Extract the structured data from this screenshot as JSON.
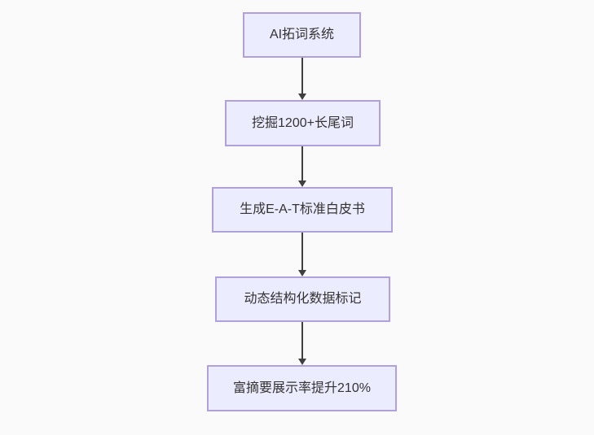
{
  "diagram": {
    "type": "flowchart",
    "direction": "top-down",
    "colors": {
      "bg": "#fafafa",
      "node_fill": "#ECECFF",
      "node_border": "#b0a0dc",
      "arrow_color": "#3f3f3f",
      "text_color": "#333333"
    },
    "nodes": [
      {
        "label": "AI拓词系统"
      },
      {
        "label": "挖掘1200+长尾词"
      },
      {
        "label": "生成E-A-T标准白皮书"
      },
      {
        "label": "动态结构化数据标记"
      },
      {
        "label": "富摘要展示率提升210%"
      }
    ],
    "edges": [
      {
        "from": 0,
        "to": 1
      },
      {
        "from": 1,
        "to": 2
      },
      {
        "from": 2,
        "to": 3
      },
      {
        "from": 3,
        "to": 4
      }
    ]
  }
}
